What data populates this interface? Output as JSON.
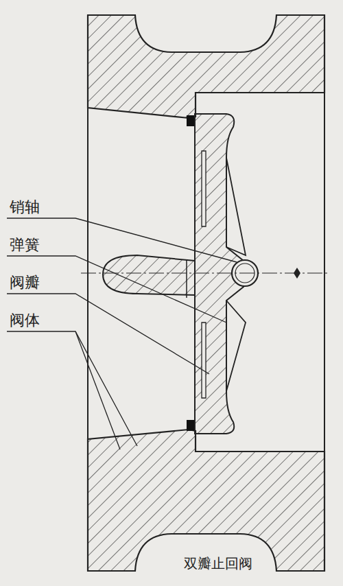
{
  "diagram": {
    "caption": "双瓣止回阀",
    "labels": [
      "销轴",
      "弹簧",
      "阀瓣",
      "阀体"
    ]
  }
}
